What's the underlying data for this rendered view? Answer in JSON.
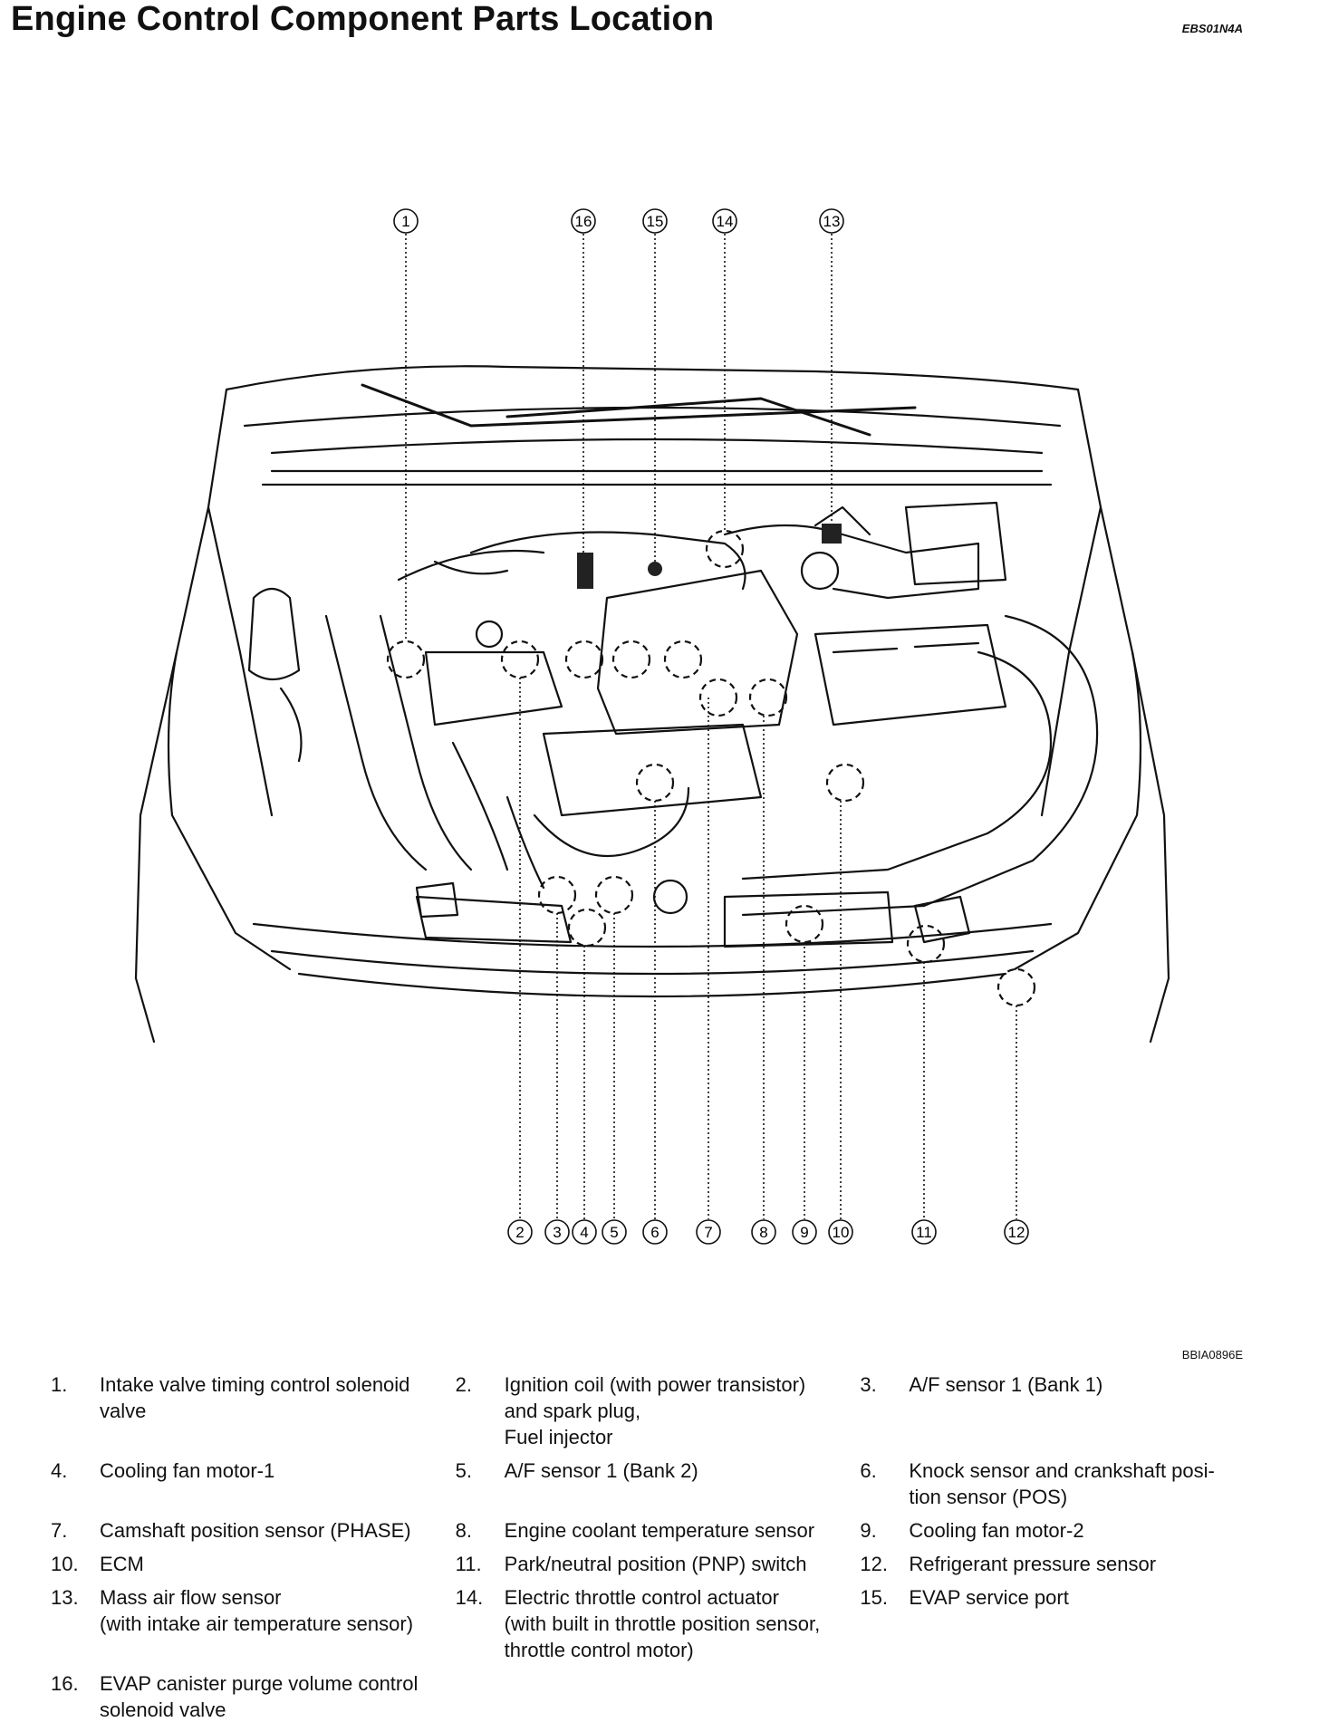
{
  "header": {
    "title": "Engine Control Component Parts Location",
    "doc_code": "EBS01N4A"
  },
  "figure": {
    "code": "BBIA0896E",
    "callouts_top": [
      "1",
      "16",
      "15",
      "14",
      "13"
    ],
    "callouts_bottom": [
      "2",
      "3",
      "4",
      "5",
      "6",
      "7",
      "8",
      "9",
      "10",
      "11",
      "12"
    ]
  },
  "legend": [
    {
      "num": "1.",
      "text": "Intake valve timing control solenoid\nvalve"
    },
    {
      "num": "2.",
      "text": "Ignition coil (with power transistor)\nand spark plug,\nFuel injector"
    },
    {
      "num": "3.",
      "text": "A/F sensor 1 (Bank 1)"
    },
    {
      "num": "4.",
      "text": "Cooling fan motor-1"
    },
    {
      "num": "5.",
      "text": "A/F sensor 1 (Bank 2)"
    },
    {
      "num": "6.",
      "text": "Knock sensor and crankshaft posi-\ntion sensor (POS)"
    },
    {
      "num": "7.",
      "text": "Camshaft position sensor (PHASE)"
    },
    {
      "num": "8.",
      "text": "Engine coolant temperature sensor"
    },
    {
      "num": "9.",
      "text": "Cooling fan motor-2"
    },
    {
      "num": "10.",
      "text": "ECM"
    },
    {
      "num": "11.",
      "text": "Park/neutral position (PNP) switch"
    },
    {
      "num": "12.",
      "text": "Refrigerant pressure sensor"
    },
    {
      "num": "13.",
      "text": "Mass air flow sensor\n(with intake air temperature sensor)"
    },
    {
      "num": "14.",
      "text": "Electric throttle control actuator\n(with built in throttle position sensor,\nthrottle control motor)"
    },
    {
      "num": "15.",
      "text": "EVAP service port"
    },
    {
      "num": "16.",
      "text": "EVAP canister purge volume control\nsolenoid valve"
    }
  ]
}
